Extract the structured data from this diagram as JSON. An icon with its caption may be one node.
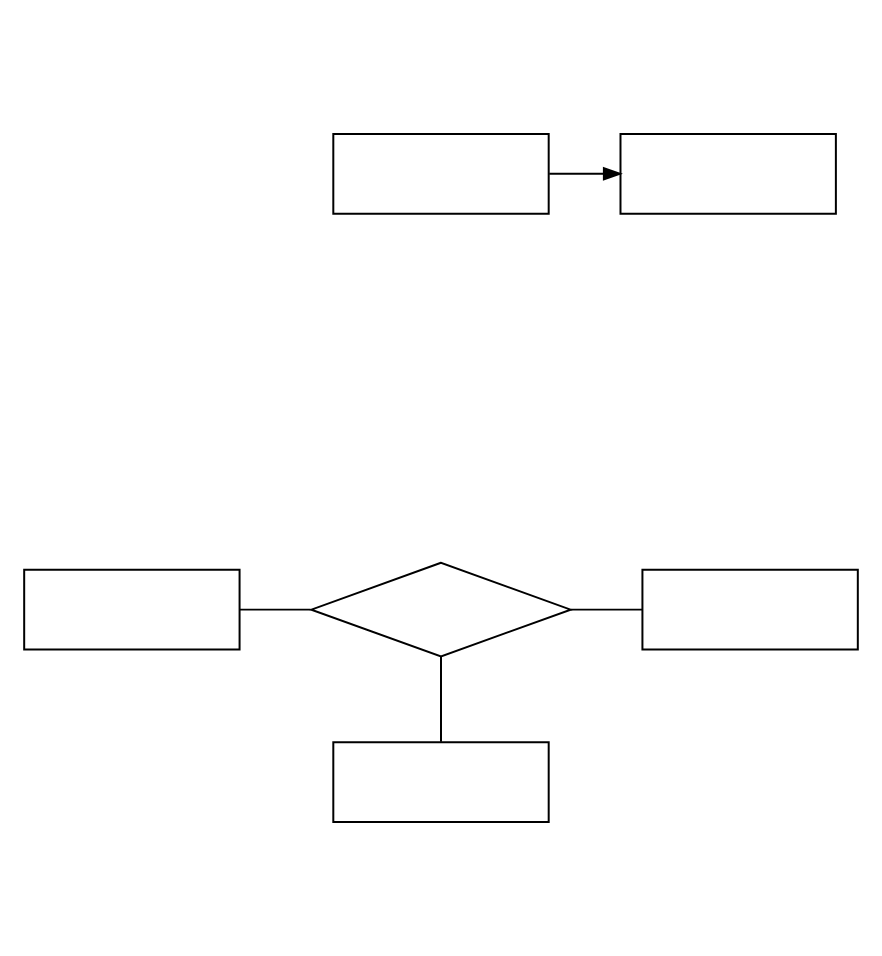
{
  "diagram": {
    "nodes": [
      {
        "text": [],
        "shape": "box"
      },
      {
        "text": [],
        "shape": "box"
      },
      {
        "text": [],
        "shape": "box"
      },
      {
        "text": [],
        "shape": "diamond"
      },
      {
        "text": [],
        "shape": "box"
      },
      {
        "text": [],
        "shape": "box"
      }
    ],
    "edges": [
      {
        "from": 0,
        "to": 1,
        "arrow": "to"
      },
      {
        "from": 2,
        "to": 3,
        "arrow": "none"
      },
      {
        "from": 3,
        "to": 4,
        "arrow": "none"
      },
      {
        "from": 3,
        "to": 5,
        "arrow": "none"
      }
    ]
  }
}
